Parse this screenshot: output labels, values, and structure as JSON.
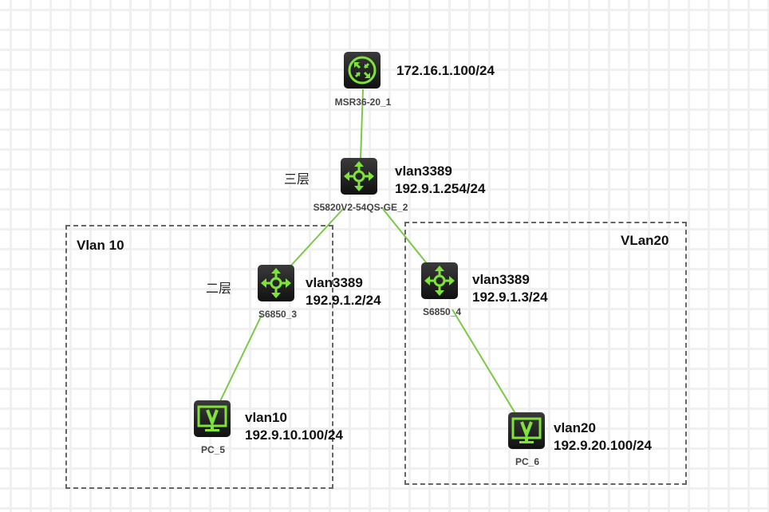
{
  "diagram": {
    "zones": [
      {
        "id": "vlan10-zone",
        "label": "Vlan 10"
      },
      {
        "id": "vlan20-zone",
        "label": "VLan20"
      }
    ],
    "layers": {
      "layer3": "三层",
      "layer2": "二层"
    },
    "devices": {
      "router": {
        "name": "MSR36-20_1",
        "type": "router",
        "lines": [
          "172.16.1.100/24"
        ]
      },
      "core": {
        "name": "S5820V2-54QS-GE_2",
        "type": "switch",
        "lines": [
          "vlan3389",
          "192.9.1.254/24"
        ]
      },
      "sw3": {
        "name": "S6850_3",
        "type": "switch",
        "lines": [
          "vlan3389",
          "192.9.1.2/24"
        ]
      },
      "sw4": {
        "name": "S6850_4",
        "type": "switch",
        "lines": [
          "vlan3389",
          "192.9.1.3/24"
        ]
      },
      "pc5": {
        "name": "PC_5",
        "type": "pc",
        "lines": [
          "vlan10",
          "192.9.10.100/24"
        ]
      },
      "pc6": {
        "name": "PC_6",
        "type": "pc",
        "lines": [
          "vlan20",
          "192.9.20.100/24"
        ]
      }
    },
    "links": [
      [
        "router",
        "core"
      ],
      [
        "core",
        "sw3"
      ],
      [
        "core",
        "sw4"
      ],
      [
        "sw3",
        "pc5"
      ],
      [
        "sw4",
        "pc6"
      ]
    ],
    "colors": {
      "link": "#7ac943",
      "icon": "#7fe33a",
      "zone_border": "#666666"
    }
  }
}
